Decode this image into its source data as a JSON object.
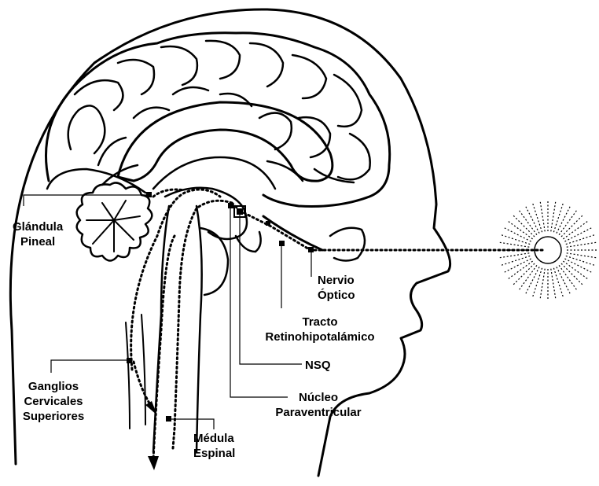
{
  "labels": {
    "pineal": [
      "Glándula",
      "Pineal"
    ],
    "optic": [
      "Nervio",
      "Óptico"
    ],
    "tract": [
      "Tracto",
      "Retinohipotalámico"
    ],
    "scn": "NSQ",
    "pvn": [
      "Núcleo",
      "Paraventricular"
    ],
    "ganglia": [
      "Ganglios",
      "Cervicales",
      "Superiores"
    ],
    "spinal": [
      "Médula",
      "Espinal"
    ]
  },
  "colors": {
    "ink": "#000000",
    "background": "#ffffff"
  }
}
